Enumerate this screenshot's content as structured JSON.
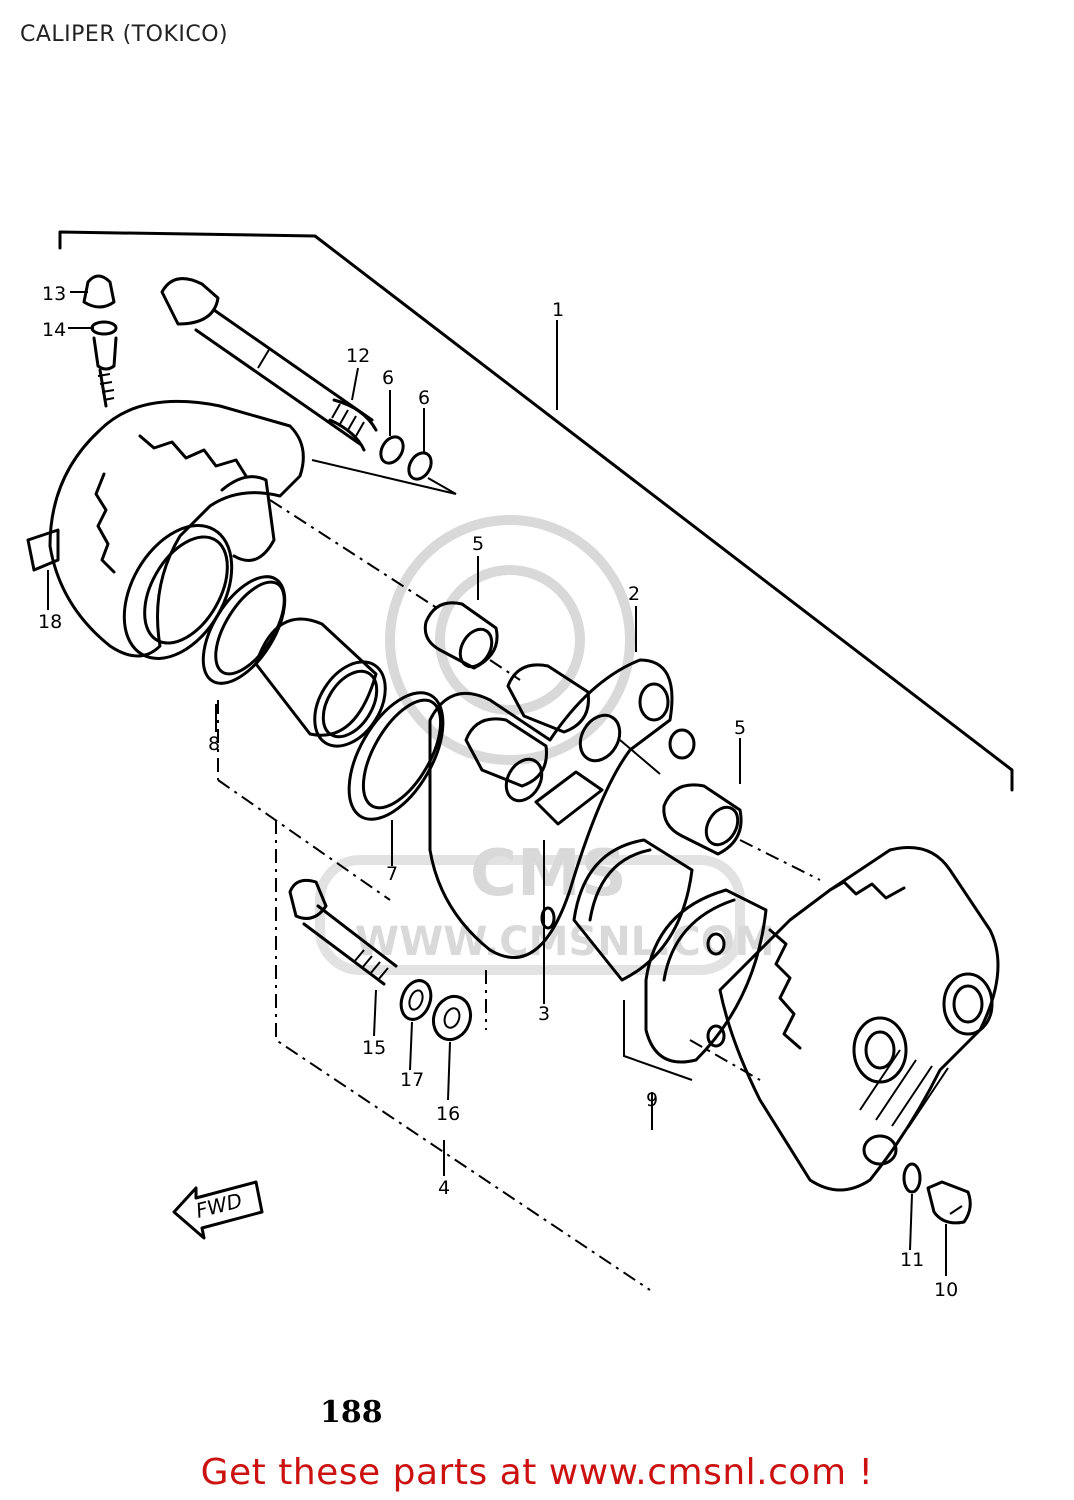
{
  "page": {
    "title": "CALIPER (TOKICO)",
    "page_number": "188",
    "advert": "Get these parts at www.cmsnl.com !"
  },
  "watermark": {
    "text": "WWW.CMSNL.COM",
    "short": "CMS",
    "color": "#d9d9d9"
  },
  "fwd_label": "FWD",
  "callouts": [
    {
      "id": "c1",
      "label": "1"
    },
    {
      "id": "c2",
      "label": "2"
    },
    {
      "id": "c3",
      "label": "3"
    },
    {
      "id": "c4",
      "label": "4"
    },
    {
      "id": "c5a",
      "label": "5"
    },
    {
      "id": "c5b",
      "label": "5"
    },
    {
      "id": "c6a",
      "label": "6"
    },
    {
      "id": "c6b",
      "label": "6"
    },
    {
      "id": "c7",
      "label": "7"
    },
    {
      "id": "c8",
      "label": "8"
    },
    {
      "id": "c9",
      "label": "9"
    },
    {
      "id": "c10",
      "label": "10"
    },
    {
      "id": "c11",
      "label": "11"
    },
    {
      "id": "c12",
      "label": "12"
    },
    {
      "id": "c13",
      "label": "13"
    },
    {
      "id": "c14",
      "label": "14"
    },
    {
      "id": "c15",
      "label": "15"
    },
    {
      "id": "c16",
      "label": "16"
    },
    {
      "id": "c17",
      "label": "17"
    },
    {
      "id": "c18",
      "label": "18"
    }
  ],
  "colors": {
    "ink": "#000000",
    "advert": "#cc1111",
    "background": "#ffffff"
  }
}
